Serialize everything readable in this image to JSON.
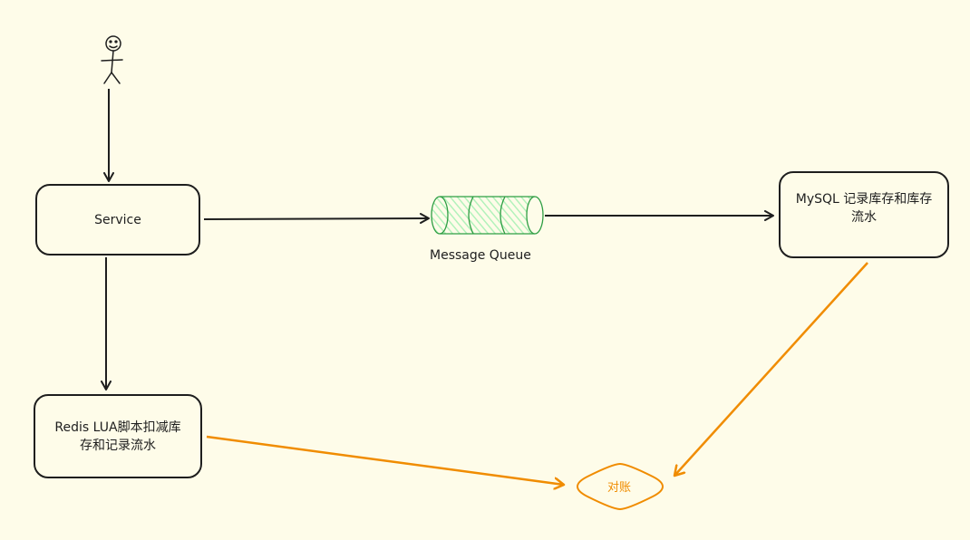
{
  "nodes": {
    "service": {
      "label": "Service"
    },
    "redis": {
      "line1": "Redis LUA脚本扣减库",
      "line2": "存和记录流水"
    },
    "mysql": {
      "line1": "MySQL 记录库存和库存",
      "line2": "流水"
    },
    "queue": {
      "label": "Message Queue"
    },
    "reconcile": {
      "label": "对账"
    }
  },
  "colors": {
    "background": "#fefce9",
    "stroke": "#1e1e1e",
    "queue_stroke": "#2f9e44",
    "queue_fill": "#b2f2bb",
    "reconcile": "#f08c00"
  }
}
